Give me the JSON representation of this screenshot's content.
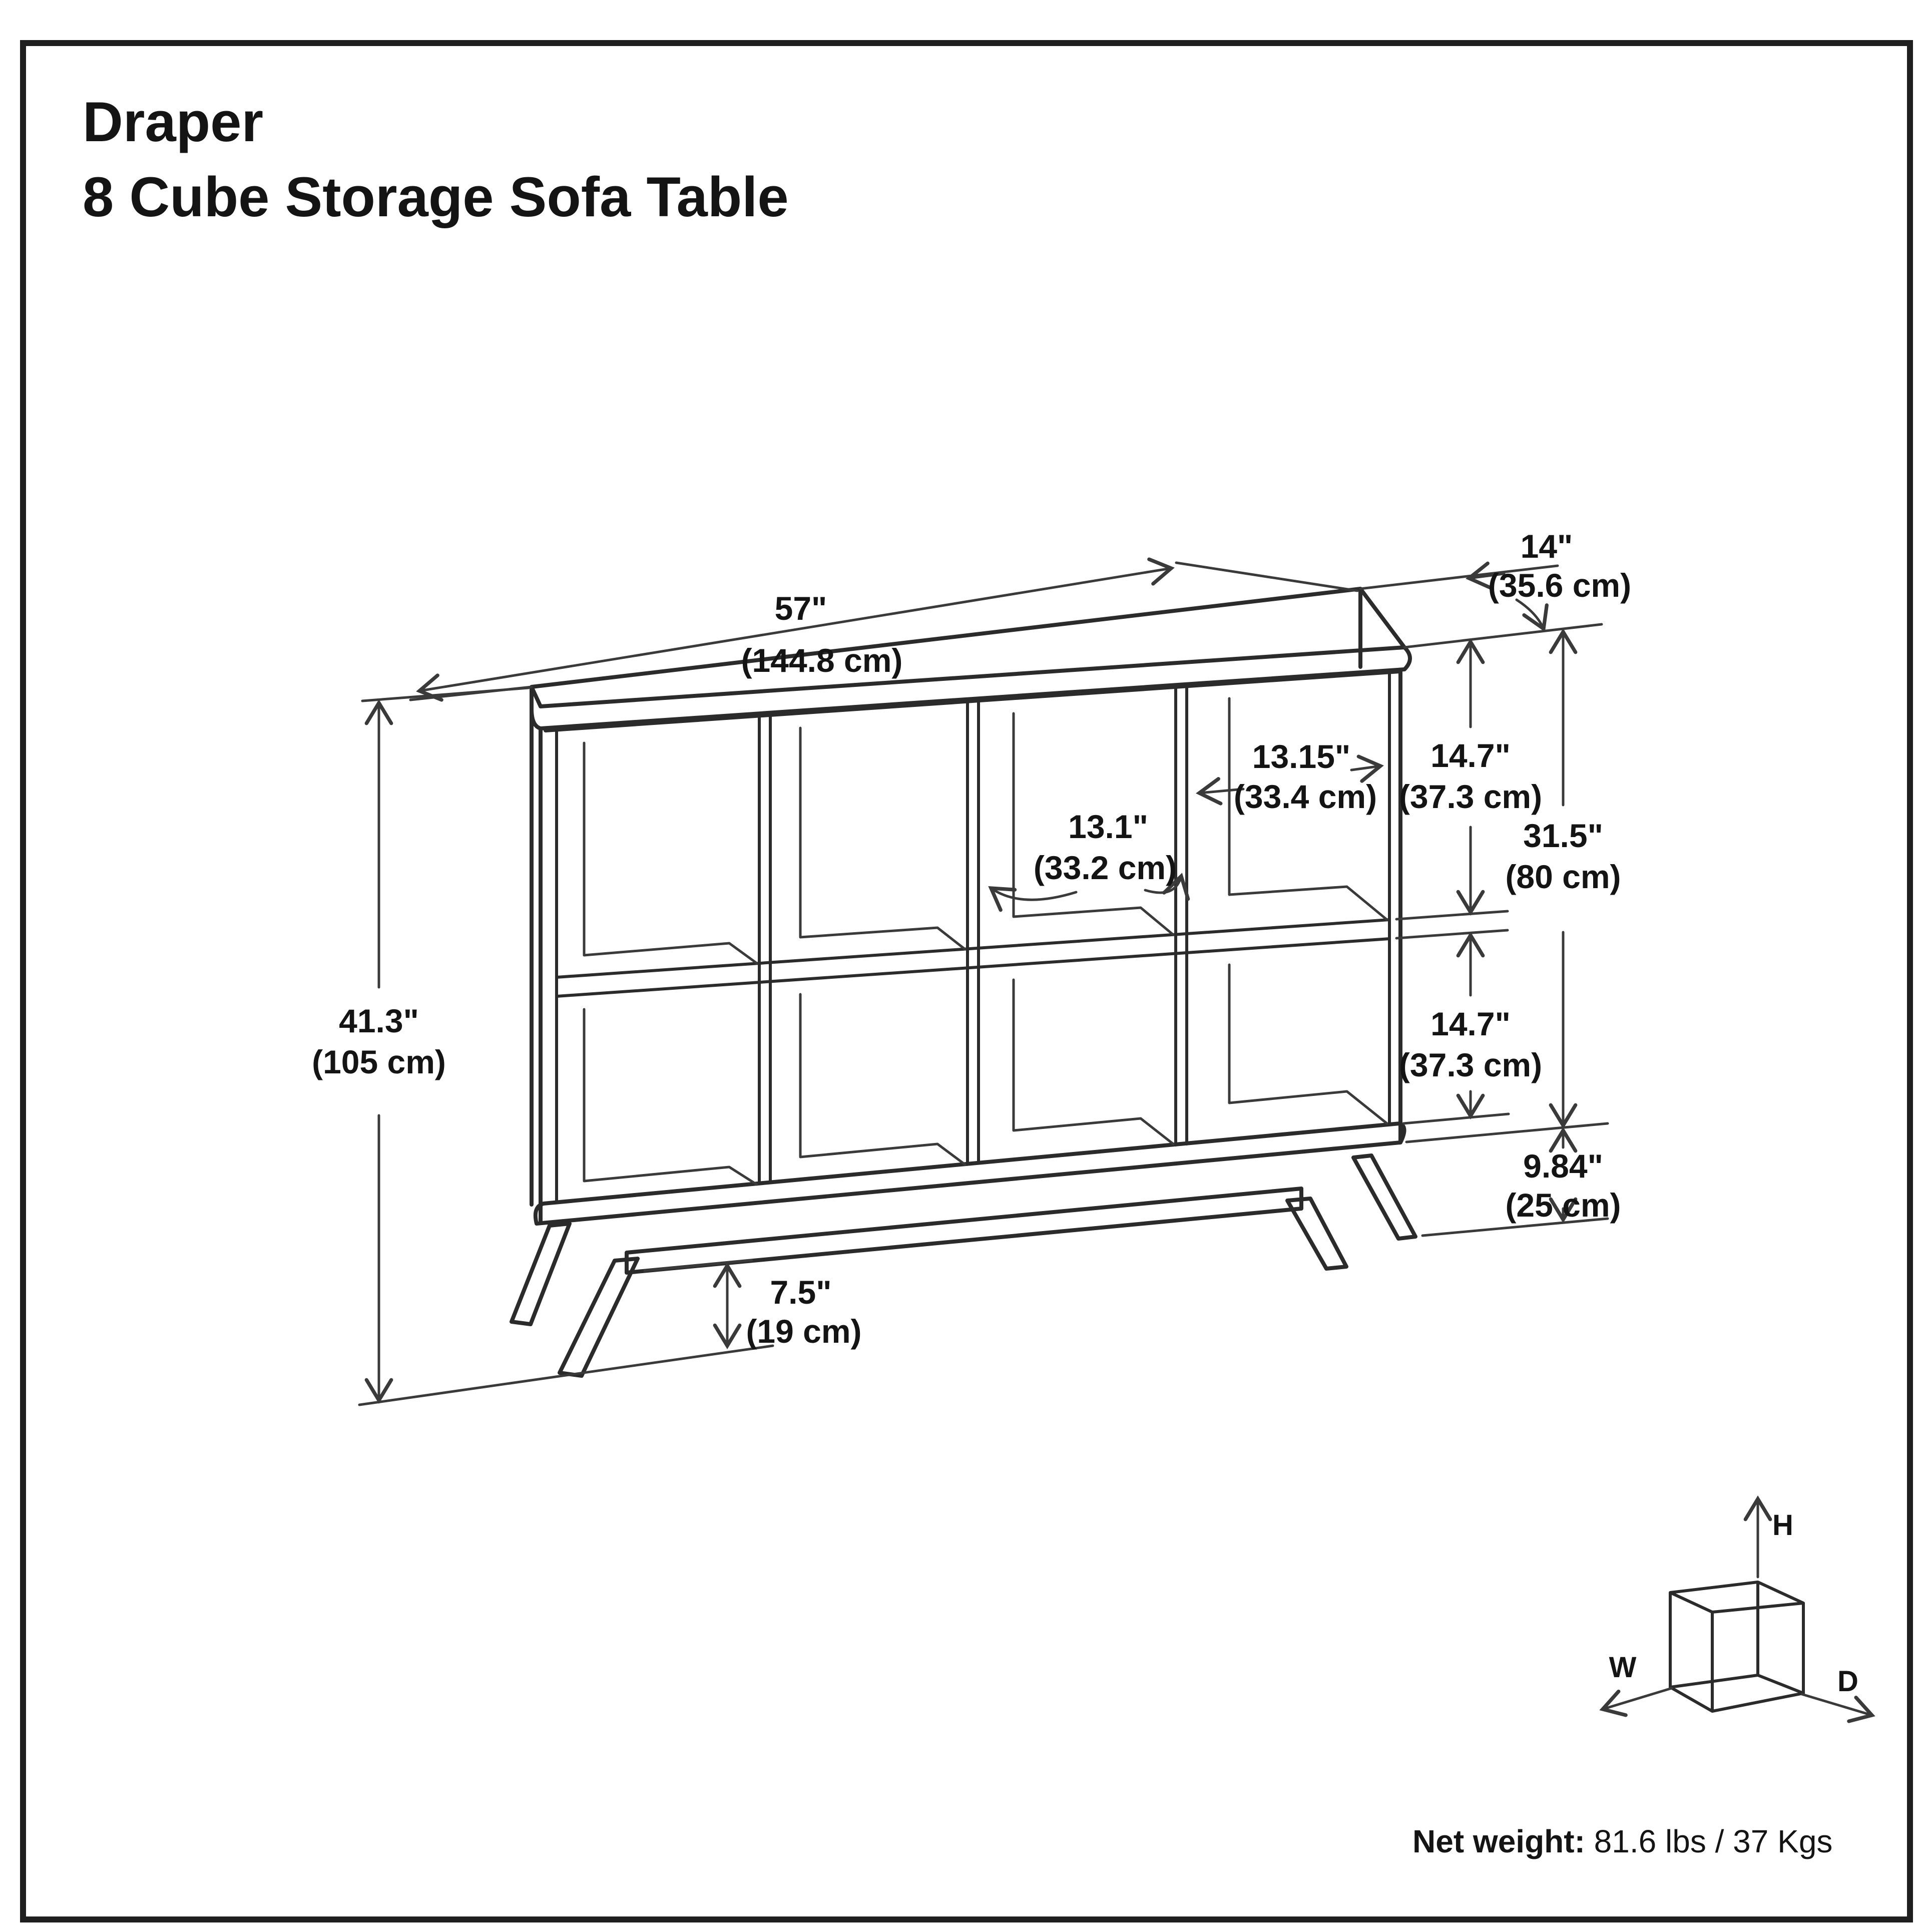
{
  "title": {
    "line1": "Draper",
    "line2": "8 Cube Storage Sofa Table"
  },
  "dims": {
    "width": {
      "in": "57\"",
      "cm": "(144.8 cm)"
    },
    "depth": {
      "in": "14\"",
      "cm": "(35.6 cm)"
    },
    "total_height": {
      "in": "41.3\"",
      "cm": "(105 cm)"
    },
    "top_cube_height": {
      "in": "14.7\"",
      "cm": "(37.3 cm)"
    },
    "top_cube_width": {
      "in": "13.15\"",
      "cm": "(33.4 cm)"
    },
    "mid_cube_width": {
      "in": "13.1\"",
      "cm": "(33.2 cm)"
    },
    "carcass_height": {
      "in": "31.5\"",
      "cm": "(80 cm)"
    },
    "bottom_cube_height": {
      "in": "14.7\"",
      "cm": "(37.3 cm)"
    },
    "ground_clearance": {
      "in": "9.84\"",
      "cm": "(25 cm)"
    },
    "leg_height": {
      "in": "7.5\"",
      "cm": "(19 cm)"
    }
  },
  "axis_icon": {
    "h": "H",
    "w": "W",
    "d": "D"
  },
  "net_weight": {
    "label": "Net weight:",
    "value": " 81.6 lbs / 37 Kgs"
  },
  "colors": {
    "background": "#ffffff",
    "drawing_line": "#2b2b2b",
    "dimension_line": "#3a3a3a",
    "text": "#141414",
    "border": "#1f1f1f"
  }
}
